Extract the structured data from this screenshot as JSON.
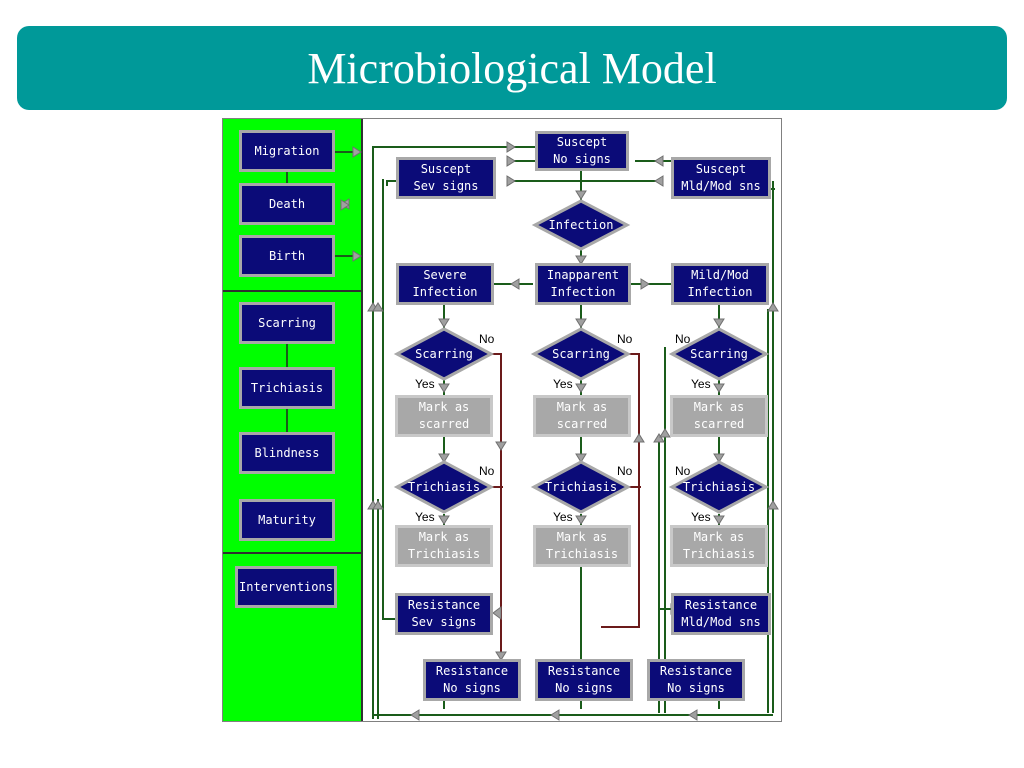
{
  "slide": {
    "title": "Microbiological Model"
  },
  "sidebar": {
    "items": [
      {
        "label": "Migration"
      },
      {
        "label": "Death"
      },
      {
        "label": "Birth"
      },
      {
        "label": "Scarring"
      },
      {
        "label": "Trichiasis"
      },
      {
        "label": "Blindness"
      },
      {
        "label": "Maturity"
      },
      {
        "label": "Interventions"
      }
    ]
  },
  "flow": {
    "suscept_no_signs": "Suscept\nNo signs",
    "suscept_sev_signs": "Suscept\nSev signs",
    "suscept_mld_mod": "Suscept\nMld/Mod sns",
    "infection": "Infection",
    "severe_infection": "Severe\nInfection",
    "inapparent_infection": "Inapparent\nInfection",
    "mild_mod_infection": "Mild/Mod\nInfection",
    "scarring_decision": "Scarring",
    "trichiasis_decision": "Trichiasis",
    "mark_scarred": "Mark as\nscarred",
    "mark_trichiasis": "Mark as\nTrichiasis",
    "resistance_sev_signs": "Resistance\nSev signs",
    "resistance_mld_mod": "Resistance\nMld/Mod sns",
    "resistance_no_signs": "Resistance\nNo signs",
    "yes": "Yes",
    "no": "No"
  },
  "colors": {
    "title_bar": "#009999",
    "sidebar": "#00ff00",
    "node": "#0b0b78",
    "node_border": "#a8a8a8",
    "mark_node": "#a8a8a8",
    "wire": "#1a5c1a",
    "wire_no": "#6b1a1a"
  }
}
